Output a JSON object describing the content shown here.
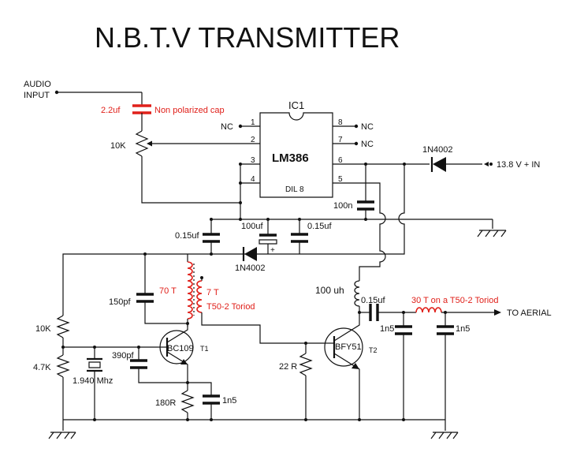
{
  "title": "N.B.T.V TRANSMITTER",
  "audio_input": {
    "line1": "AUDIO",
    "line2": "INPUT"
  },
  "coupling_cap": {
    "value": "2.2uf",
    "note": "Non polarized cap"
  },
  "pot": {
    "value": "10K"
  },
  "ic": {
    "ref": "IC1",
    "part": "LM386",
    "package": "DIL 8",
    "pins": [
      "1",
      "2",
      "3",
      "4",
      "5",
      "6",
      "7",
      "8"
    ],
    "nc": "NC"
  },
  "diode_top": {
    "part": "1N4002"
  },
  "supply": {
    "label": "13.8 V + IN"
  },
  "cap_100n": {
    "value": "100n"
  },
  "cap_100uf": {
    "value": "100uf"
  },
  "cap_015_left": {
    "value": "0.15uf"
  },
  "cap_015_right": {
    "value": "0.15uf"
  },
  "diode_mid": {
    "part": "1N4002"
  },
  "coil_primary": {
    "turns": "70 T"
  },
  "coil_secondary": {
    "turns": "7 T",
    "core": "T50-2 Toriod"
  },
  "cap_150pf": {
    "value": "150pf"
  },
  "choke": {
    "value": "100 uh"
  },
  "cap_015_out": {
    "value": "0.15uf"
  },
  "coil_out": {
    "label": "30 T on a T50-2 Toriod"
  },
  "aerial": {
    "label": "TO AERIAL"
  },
  "cap_out_1": {
    "value": "1n5"
  },
  "cap_out_2": {
    "value": "1n5"
  },
  "t1": {
    "part": "BC109",
    "ref": "T1"
  },
  "t2": {
    "part": "BFY51",
    "ref": "T2"
  },
  "r_10k": {
    "value": "10K"
  },
  "r_47k": {
    "value": "4.7K"
  },
  "cap_390pf": {
    "value": "390pf"
  },
  "crystal": {
    "freq": "1.940 Mhz"
  },
  "r_180": {
    "value": "180R"
  },
  "cap_1n5_t1": {
    "value": "1n5"
  },
  "r_22": {
    "value": "22 R"
  }
}
